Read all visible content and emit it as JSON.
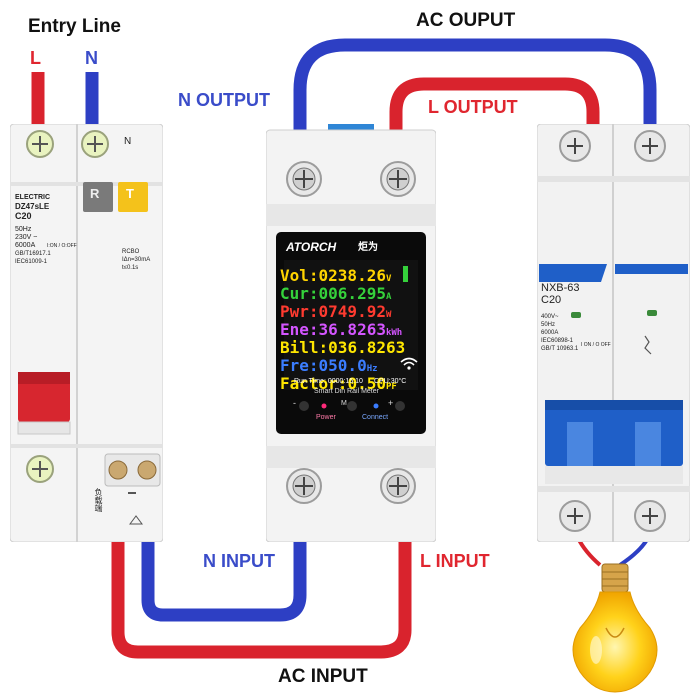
{
  "labels": {
    "entry_line": "Entry Line",
    "l": "L",
    "n": "N",
    "ac_output": "AC OUPUT",
    "n_output": "N OUTPUT",
    "l_output": "L OUTPUT",
    "n_input": "N INPUT",
    "l_input": "L INPUT",
    "ac_input": "AC INPUT"
  },
  "rcbo": {
    "brand": "ELECTRIC",
    "model": "DZ47sLE",
    "rating": "C20",
    "spec_lines": [
      "50Hz",
      "230V ~",
      "6000A",
      "GB/T16917.1",
      "IEC61009-1"
    ],
    "on_off": "I:ON / O:OFF",
    "rcbo_label": "RCBO",
    "rcbo_specs": [
      "IΔn=30mA",
      "t≤0.1s"
    ],
    "test_button": "T",
    "reset_button": "R",
    "n_terminal": "N",
    "load_side": "负载端"
  },
  "meter": {
    "brand": "ATORCH",
    "brand_cn": "炬为",
    "readings": [
      {
        "label": "Vol:",
        "value": "0238.26",
        "unit": "V",
        "color": "#ffd400"
      },
      {
        "label": "Cur:",
        "value": "006.295",
        "unit": "A",
        "color": "#35d13b"
      },
      {
        "label": "Pwr:",
        "value": "0749.92",
        "unit": "W",
        "color": "#ff3b30"
      },
      {
        "label": "Ene:",
        "value": "36.8263",
        "unit": "kWh",
        "color": "#d455ff"
      },
      {
        "label": "Bill:",
        "value": "036.8263",
        "unit": "",
        "color": "#ffe600"
      },
      {
        "label": "Fre:",
        "value": "050.0",
        "unit": "Hz",
        "color": "#3b7dff"
      },
      {
        "label": "Factor:",
        "value": "0.50",
        "unit": "PF",
        "color": "#ffe600"
      }
    ],
    "runtime": "Run Time: 0000:15:10",
    "cpu": "CPU:30°C",
    "subtitle": "Smart Din Rail Meter",
    "power_label": "Power",
    "connect_label": "Connect",
    "btn_minus": "-",
    "btn_m": "M",
    "btn_plus": "+"
  },
  "mcb": {
    "model": "NXB-63",
    "rating": "C20",
    "spec_lines": [
      "400V~",
      "50Hz",
      "6000A",
      "IEC60898-1",
      "GB/T 10963.1"
    ],
    "on_off": "I ON / O OFF"
  },
  "colors": {
    "red_wire": "#d9232d",
    "blue_wire": "#2d3fc4",
    "label_blue": "#3a4cc9",
    "label_red": "#e0262f",
    "mcb_blue": "#1f5fc8",
    "meter_clip": "#2f86d6"
  },
  "icons": [
    "terminal-screw-icon",
    "wifi-icon",
    "bulb-icon"
  ]
}
